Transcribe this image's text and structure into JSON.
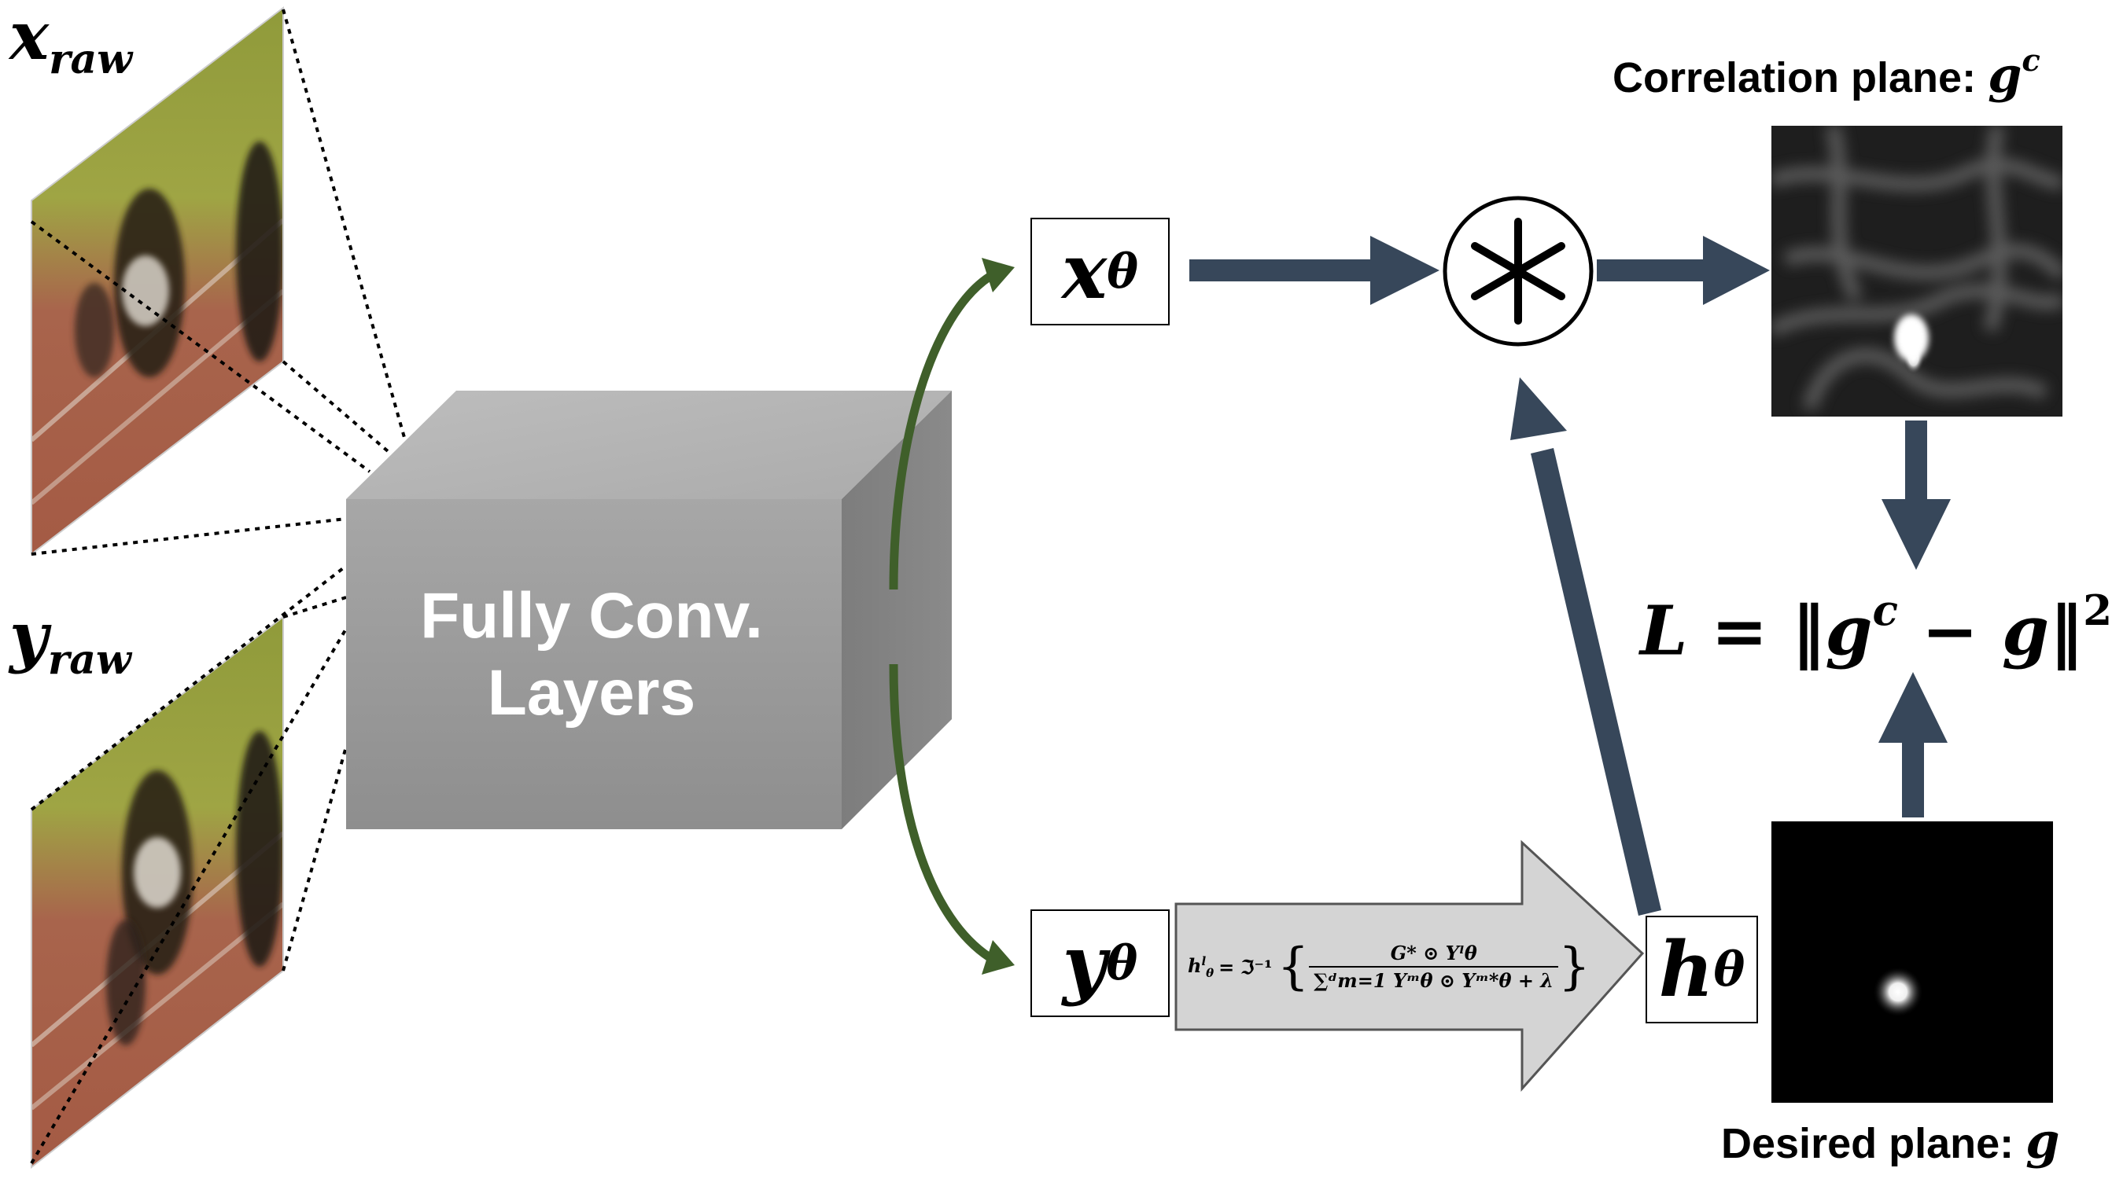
{
  "inputs": {
    "x_raw": {
      "base": "x",
      "sub": "raw"
    },
    "y_raw": {
      "base": "y",
      "sub": "raw"
    }
  },
  "network": {
    "line1": "Fully Conv.",
    "line2": "Layers"
  },
  "features": {
    "x_theta": {
      "base": "x",
      "sub": "θ"
    },
    "y_theta": {
      "base": "y",
      "sub": "θ"
    },
    "h_theta": {
      "base": "h",
      "sub": "θ"
    }
  },
  "operator": {
    "symbol": "∗"
  },
  "filter_formula": {
    "lhs": "h",
    "lhs_sup": "l",
    "lhs_sub": "θ",
    "equals_transform": "= ℑ⁻¹",
    "numerator": "G* ⊙ Yˡθ",
    "denominator": "∑ᵈm=1 Yᵐθ ⊙ Yᵐ*θ + λ"
  },
  "correlation_plane": {
    "label": "Correlation plane: ",
    "var": "g",
    "sup": "c"
  },
  "desired_plane": {
    "label": "Desired plane: ",
    "var": "g"
  },
  "loss": {
    "text": "L = ‖g",
    "sup": "c",
    "rest": " − g‖",
    "power": "2"
  },
  "colors": {
    "arrow_dark": "#37475a",
    "arrow_green": "#3f5f2a",
    "cube_front": "#9d9d9d",
    "formula_arrow": "#d4d4d4"
  }
}
